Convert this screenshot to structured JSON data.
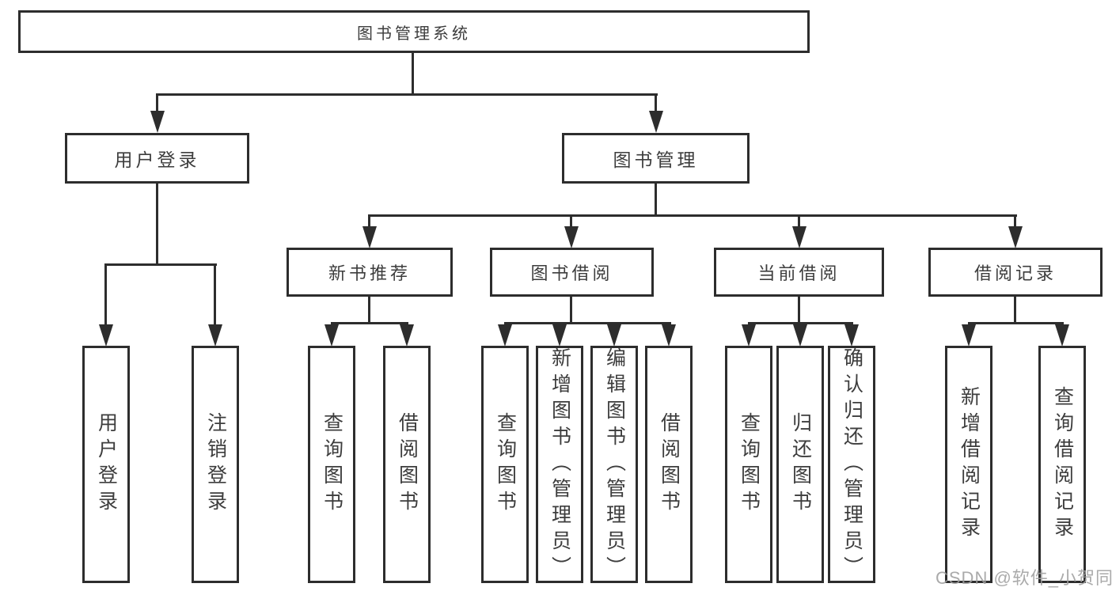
{
  "diagram_title": "图书管理系统",
  "tree": {
    "label": "图书管理系统",
    "children": [
      {
        "label": "用户登录",
        "children": [
          {
            "label": "用户登录"
          },
          {
            "label": "注销登录"
          }
        ]
      },
      {
        "label": "图书管理",
        "children": [
          {
            "label": "新书推荐",
            "children": [
              {
                "label": "查询图书"
              },
              {
                "label": "借阅图书"
              }
            ]
          },
          {
            "label": "图书借阅",
            "children": [
              {
                "label": "查询图书"
              },
              {
                "label": "新增图书（管理员）"
              },
              {
                "label": "编辑图书（管理员）"
              },
              {
                "label": "借阅图书"
              }
            ]
          },
          {
            "label": "当前借阅",
            "children": [
              {
                "label": "查询图书"
              },
              {
                "label": "归还图书"
              },
              {
                "label": "确认归还（管理员）"
              }
            ]
          },
          {
            "label": "借阅记录",
            "children": [
              {
                "label": "新增借阅记录"
              },
              {
                "label": "查询借阅记录"
              }
            ]
          }
        ]
      }
    ]
  },
  "watermark": {
    "text": "CSDN @软件_小贺同学"
  },
  "colors": {
    "line": "#2d2d2d",
    "box_border": "#2d2d2d",
    "text": "#3d3d3d",
    "background": "#ffffff",
    "watermark": "#9e9e9e"
  }
}
